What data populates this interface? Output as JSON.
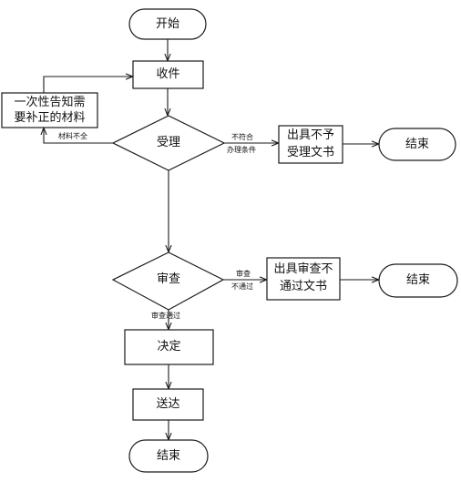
{
  "nodes": {
    "start": "开始",
    "receive": "收件",
    "notify_line1": "一次性告知需",
    "notify_line2": "要补正的材料",
    "accept": "受理",
    "reject_accept_line1": "出具不予",
    "reject_accept_line2": "受理文书",
    "end_top": "结束",
    "review": "审查",
    "reject_review_line1": "出具审查不",
    "reject_review_line2": "通过文书",
    "end_mid": "结束",
    "decide": "决定",
    "deliver": "送达",
    "end_bottom": "结束"
  },
  "edges": {
    "materials_incomplete": "材料不全",
    "not_qualified_line1": "不符合",
    "not_qualified_line2": "办理条件",
    "review_fail_line1": "审查",
    "review_fail_line2": "不通过",
    "review_pass": "审查通过"
  },
  "colors": {
    "stroke": "#1a1a1a",
    "fill": "#ffffff"
  }
}
